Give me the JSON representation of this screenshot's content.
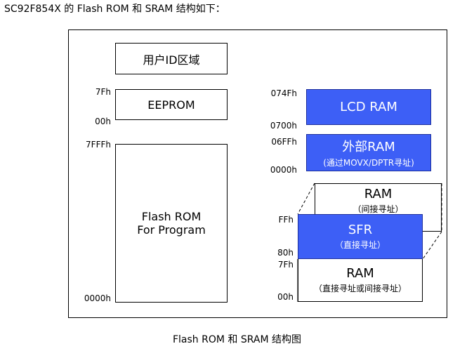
{
  "heading": "SC92F854X 的 Flash ROM 和 SRAM 结构如下：",
  "caption": "Flash ROM 和 SRAM 结构图",
  "left": {
    "user_id": "用户ID区域",
    "eeprom": {
      "label": "EEPROM",
      "top_addr": "7Fh",
      "bottom_addr": "00h"
    },
    "flash": {
      "line1": "Flash ROM",
      "line2": "For Program",
      "top_addr": "7FFFh",
      "bottom_addr": "0000h"
    }
  },
  "right": {
    "lcd_ram": {
      "label": "LCD RAM",
      "top_addr": "074Fh",
      "bottom_addr": "0700h"
    },
    "ext_ram": {
      "label": "外部RAM",
      "sub": "(通过MOVX/DPTR寻址)",
      "top_addr": "06FFh",
      "bottom_addr": "0000h"
    },
    "ram_indirect": {
      "label": "RAM",
      "sub": "（间接寻址）"
    },
    "sfr": {
      "label": "SFR",
      "sub": "（直接寻址）",
      "top_addr": "FFh",
      "bottom_addr": "80h"
    },
    "ram_both": {
      "label": "RAM",
      "sub": "（直接寻址或间接寻址）",
      "top_addr": "7Fh",
      "bottom_addr": "00h"
    }
  },
  "colors": {
    "blue_fill": "#3d5ff6",
    "blue_border": "#1d2f9c"
  }
}
